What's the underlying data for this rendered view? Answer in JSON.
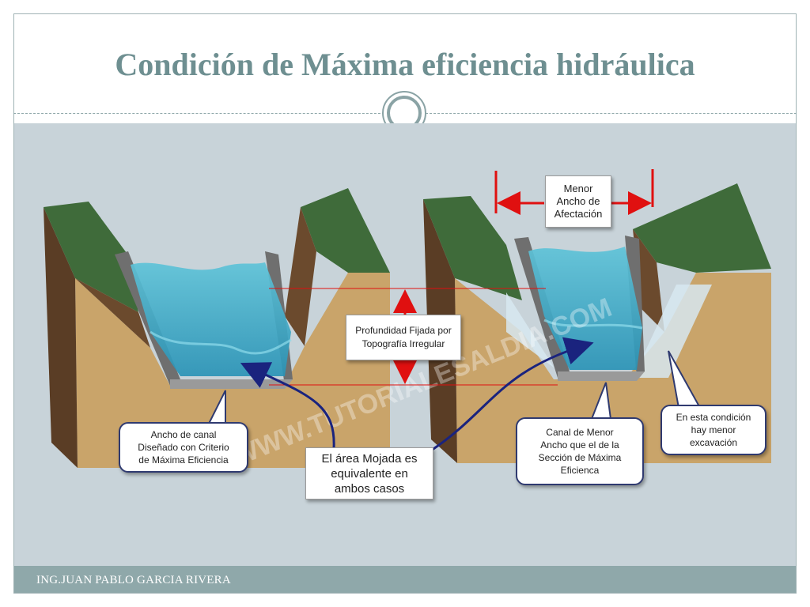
{
  "title": "Condición de Máxima eficiencia hidráulica",
  "footer": "ING.JUAN PABLO GARCIA RIVERA",
  "watermark": "WWW.TUTORIALESALDIA.COM",
  "labels": {
    "menor_ancho": "Menor\nAncho de\nAfectación",
    "profundidad": "Profundidad Fijada por\nTopografía Irregular",
    "ancho_canal": "Ancho de canal\nDiseñado con Criterio\nde Máxima Eficiencia",
    "area_mojada": "El área Mojada es\nequivalente en\nambos casos",
    "canal_menor": "Canal de Menor\nAncho que el de la\nSección de Máxima\nEficienca",
    "excavacion": "En esta condición\nhay menor\nexcavación"
  },
  "colors": {
    "accent": "#6e8f91",
    "content_bg": "#c8d3d9",
    "soil": "#c9a46a",
    "grass": "#3f6b3a",
    "water": "#3aa6c4",
    "arrow_red": "#e01010",
    "arrow_blue": "#1a237e"
  }
}
